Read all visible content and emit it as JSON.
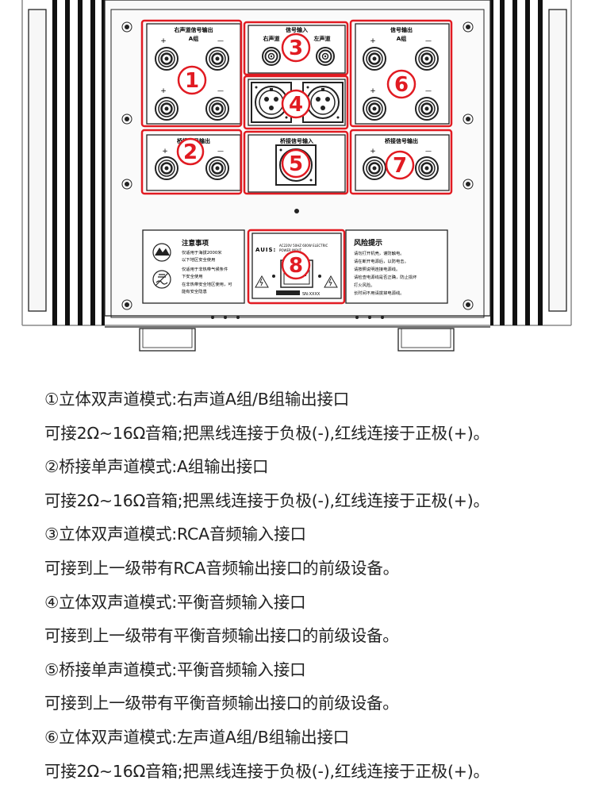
{
  "panel": {
    "section_labels": {
      "right_out": "右声道信号输出",
      "right_group": "A组",
      "signal_in": "信号输入",
      "right_ch": "右声道",
      "left_ch": "左声道",
      "left_out": "信号输出",
      "left_group": "A组",
      "bridge_out": "桥接信号输出",
      "bridge_in": "桥接信号输入",
      "bridge_in_r": "桥接信号输出"
    },
    "plus": "+",
    "minus": "—",
    "numbers": [
      "1",
      "2",
      "3",
      "4",
      "5",
      "6",
      "7",
      "8"
    ],
    "notice": {
      "title": "注意事项",
      "lines": [
        "仅适用于海拔2000米",
        "以下地区安全使用",
        "仅适用于非热带气候条件",
        "下安全使用",
        "在非热带安全地区使用，可",
        "能有安全隐患"
      ]
    },
    "power": {
      "brand": "AUIS:",
      "spec_line": "AC220V 50HZ 600W ELECTRIC",
      "spec_line2": "POWER INPUT",
      "serial": "SN:XXXX"
    },
    "risk": {
      "title": "风险提示",
      "lines": [
        "请勿打开机壳，谨防触电。",
        "请在断开电源后，以防电击。",
        "请按照说明连接电源线。",
        "请检查电源线是否正确，防止损坏",
        "打火风险。",
        "长时间不用请拔掉电源线。"
      ]
    }
  },
  "descriptions": [
    "①立体双声道模式:右声道A组/B组输出接口",
    "可接2Ω~16Ω音箱;把黑线连接于负极(-),红线连接于正极(+)。",
    "②桥接单声道模式:A组输出接口",
    "可接2Ω~16Ω音箱;把黑线连接于负极(-),红线连接于正极(+)。",
    "③立体双声道模式:RCA音频输入接口",
    "可接到上一级带有RCA音频输出接口的前级设备。",
    "④立体双声道模式:平衡音频输入接口",
    "可接到上一级带有平衡音频输出接口的前级设备。",
    "⑤桥接单声道模式:平衡音频输入接口",
    "可接到上一级带有平衡音频输出接口的前级设备。",
    "⑥立体双声道模式:左声道A组/B组输出接口",
    "可接2Ω~16Ω音箱;把黑线连接于负极(-),红线连接于正极(+)。"
  ],
  "colors": {
    "highlight": "#e11b22",
    "line": "#222222",
    "panel": "#f4f4f4"
  }
}
